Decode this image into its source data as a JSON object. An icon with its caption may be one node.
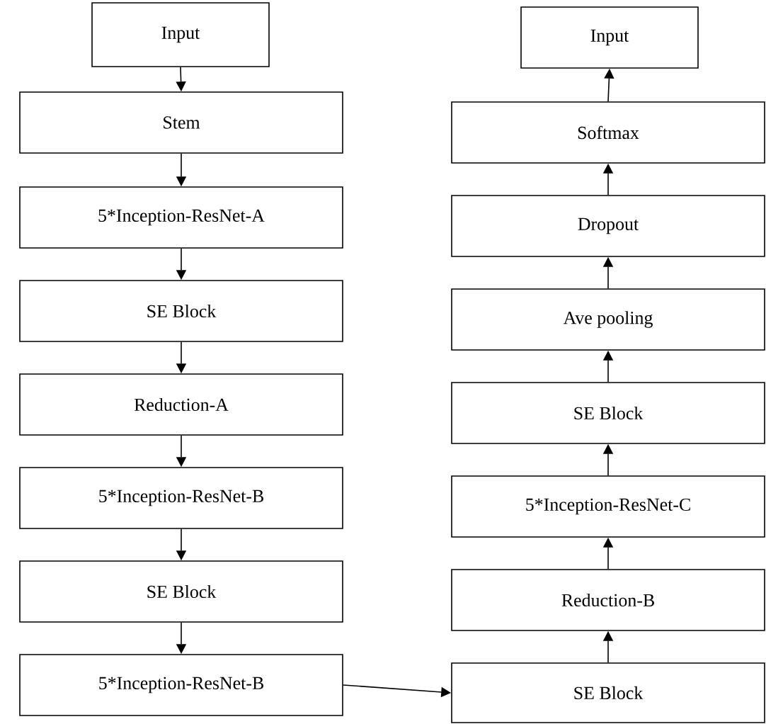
{
  "diagram": {
    "nodes": [
      {
        "text": [
          "Input"
        ]
      },
      {
        "text": [
          "Stem"
        ]
      },
      {
        "text": [
          "5*Inception-ResNet-A"
        ]
      },
      {
        "text": [
          "SE Block"
        ]
      },
      {
        "text": [
          "Reduction-A"
        ]
      },
      {
        "text": [
          "5*Inception-ResNet-B"
        ]
      },
      {
        "text": [
          "SE Block"
        ]
      },
      {
        "text": [
          "5*Inception-ResNet-B"
        ]
      },
      {
        "text": [
          "Input"
        ]
      },
      {
        "text": [
          "Softmax"
        ]
      },
      {
        "text": [
          "Dropout"
        ]
      },
      {
        "text": [
          "Ave pooling"
        ]
      },
      {
        "text": [
          "SE Block"
        ]
      },
      {
        "text": [
          "5*Inception-ResNet-C"
        ]
      },
      {
        "text": [
          "Reduction-B"
        ]
      },
      {
        "text": [
          "SE Block"
        ]
      }
    ],
    "edges": [
      {
        "from": 0,
        "to": 1,
        "arrow": "to"
      },
      {
        "from": 1,
        "to": 2,
        "arrow": "to"
      },
      {
        "from": 2,
        "to": 3,
        "arrow": "to"
      },
      {
        "from": 3,
        "to": 4,
        "arrow": "to"
      },
      {
        "from": 4,
        "to": 5,
        "arrow": "to"
      },
      {
        "from": 5,
        "to": 6,
        "arrow": "to"
      },
      {
        "from": 6,
        "to": 7,
        "arrow": "to"
      },
      {
        "from": 7,
        "to": 15,
        "arrow": "to"
      },
      {
        "from": 15,
        "to": 14,
        "arrow": "to"
      },
      {
        "from": 14,
        "to": 13,
        "arrow": "to"
      },
      {
        "from": 13,
        "to": 12,
        "arrow": "to"
      },
      {
        "from": 12,
        "to": 11,
        "arrow": "to"
      },
      {
        "from": 11,
        "to": 10,
        "arrow": "to"
      },
      {
        "from": 10,
        "to": 9,
        "arrow": "to"
      },
      {
        "from": 9,
        "to": 8,
        "arrow": "to"
      }
    ]
  }
}
